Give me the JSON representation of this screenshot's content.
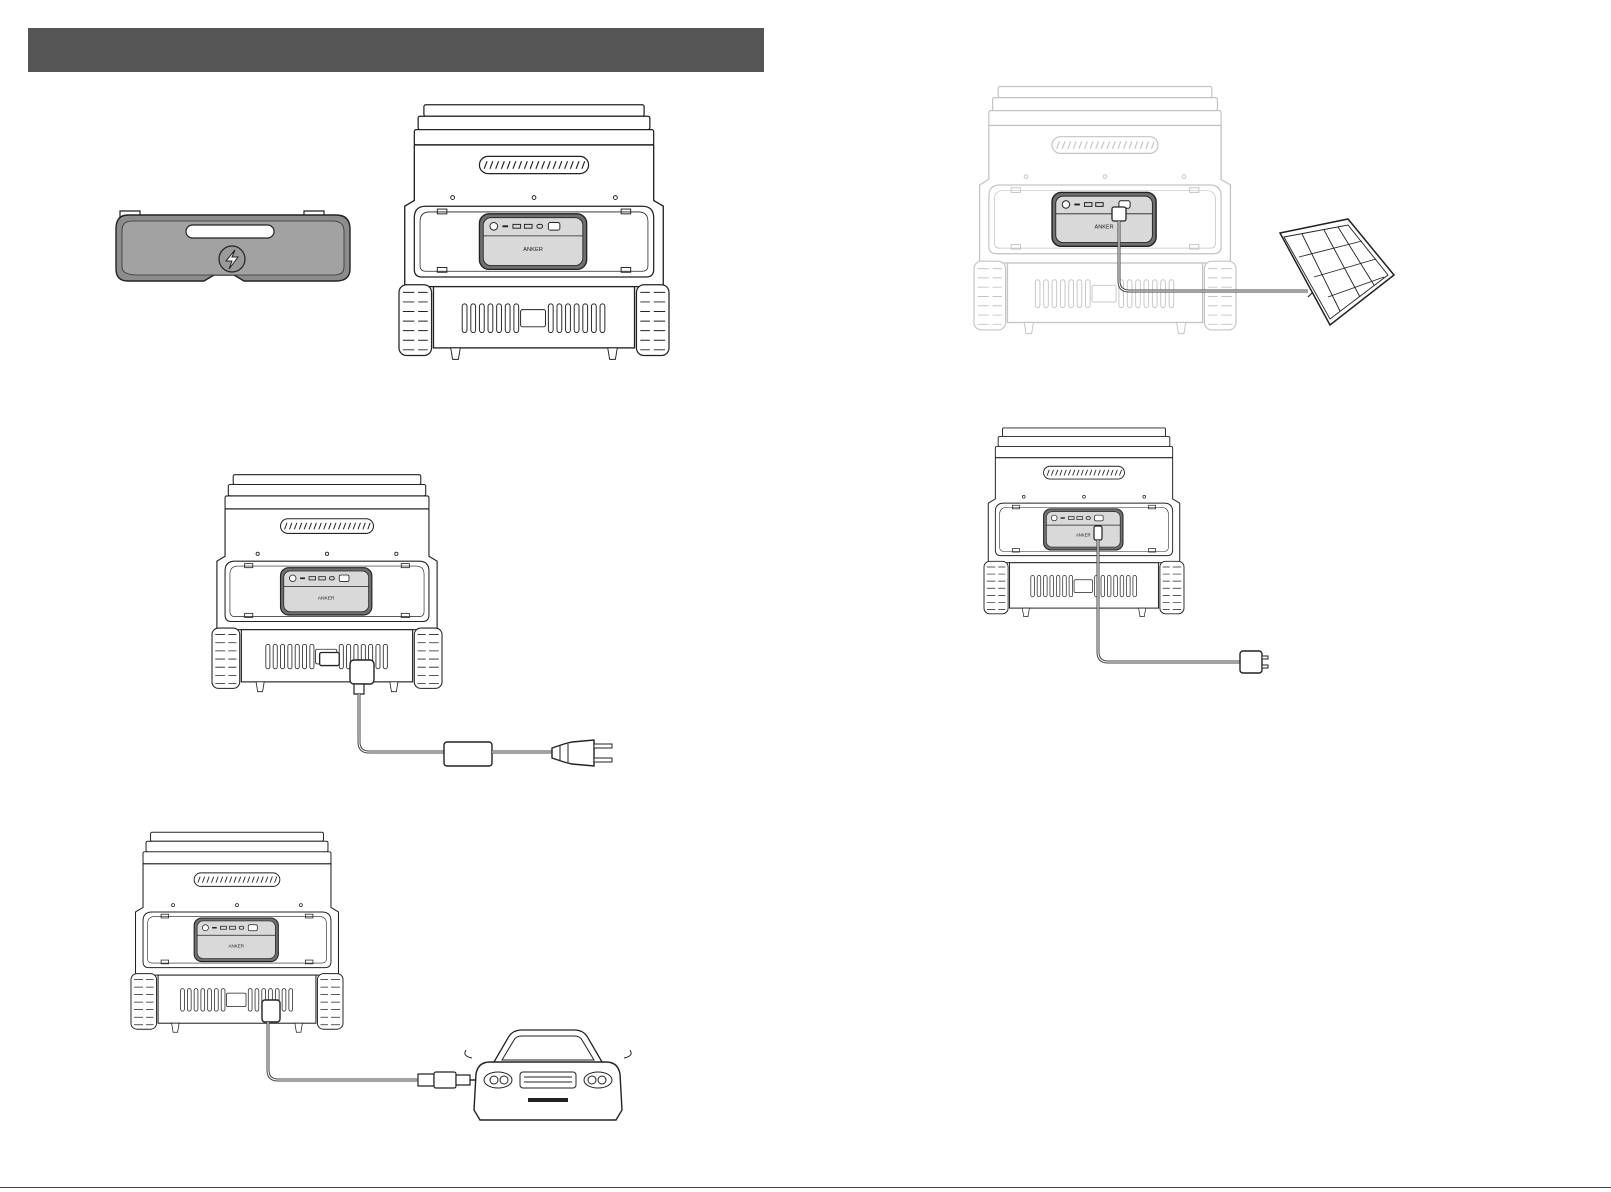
{
  "header": {
    "title": "",
    "bar_color": "#555555"
  },
  "brand_label": "ANKER",
  "colors": {
    "line": "#222222",
    "panel_fill": "#8c8c8c",
    "module_fill": "#bdbdbd",
    "faded_line": "#c4c4c4",
    "cable": "#444444"
  },
  "figures": [
    {
      "id": "cover-panel",
      "icon": "lightning-bolt-icon"
    },
    {
      "id": "station-front",
      "brand": "ANKER"
    },
    {
      "id": "ac-charging",
      "brand": "ANKER",
      "accessories": [
        "ac-adapter",
        "wall-plug"
      ]
    },
    {
      "id": "car-charging",
      "brand": "ANKER",
      "accessories": [
        "car-charger",
        "car"
      ]
    },
    {
      "id": "solar-charging",
      "brand": "ANKER",
      "accessories": [
        "solar-panel"
      ]
    },
    {
      "id": "usb-c-charging",
      "brand": "ANKER",
      "accessories": [
        "usb-c-adapter"
      ]
    }
  ]
}
